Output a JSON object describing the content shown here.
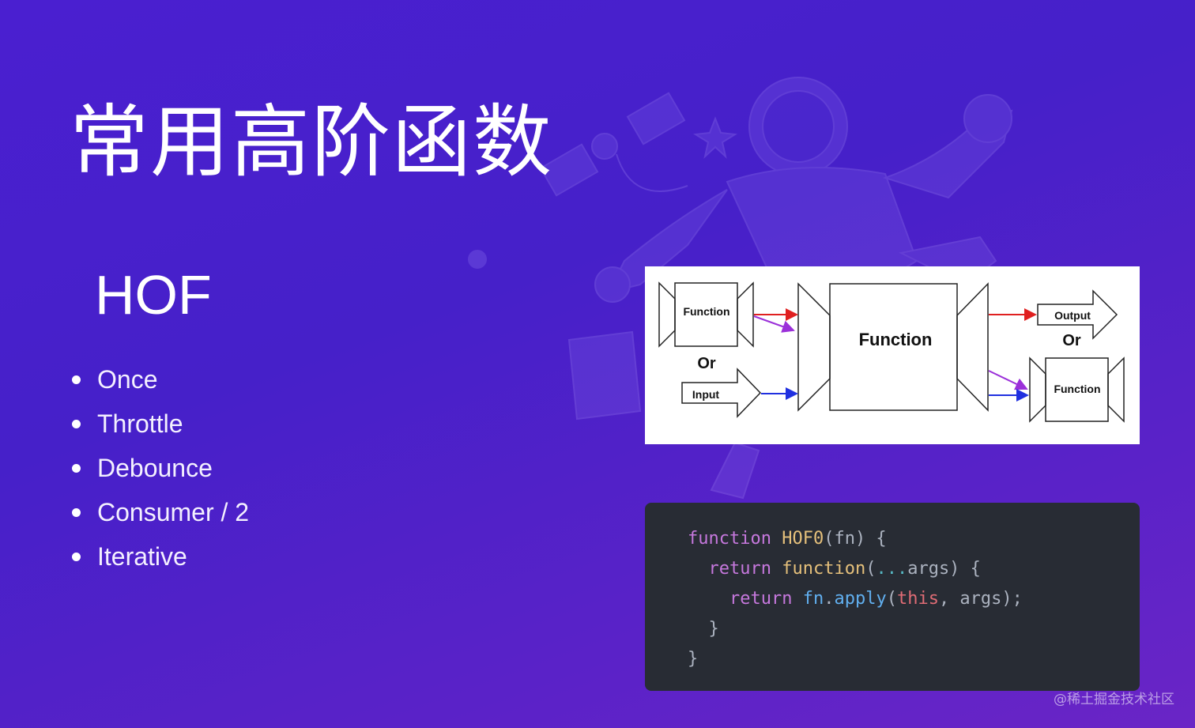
{
  "slide": {
    "title": "常用高阶函数",
    "subtitle": "HOF"
  },
  "list": {
    "items": [
      {
        "label": "Once"
      },
      {
        "label": "Throttle"
      },
      {
        "label": "Debounce"
      },
      {
        "label": "Consumer / 2"
      },
      {
        "label": "Iterative"
      }
    ]
  },
  "diagram": {
    "input_function": "Function",
    "or_left": "Or",
    "input": "Input",
    "main_function": "Function",
    "output": "Output",
    "or_right": "Or",
    "output_function": "Function"
  },
  "code": {
    "line1": {
      "kw": "function",
      "name": "HOF0",
      "rest": "(fn) {"
    },
    "line2": {
      "kw": "return",
      "kw2": "function",
      "paren": "(",
      "spread": "...",
      "rest": "args) {"
    },
    "line3": {
      "kw": "return",
      "obj": "fn",
      "dot": ".",
      "method": "apply",
      "paren": "(",
      "this": "this",
      "rest": ", args);"
    },
    "line4": "}",
    "line5": "}"
  },
  "watermark": "@稀土掘金技术社区",
  "colors": {
    "background_start": "#4a1fd0",
    "background_end": "#6a25c6",
    "code_background": "#282c34",
    "arrow_red": "#e02020",
    "arrow_purple": "#9b30d9",
    "arrow_blue": "#2030e0"
  }
}
